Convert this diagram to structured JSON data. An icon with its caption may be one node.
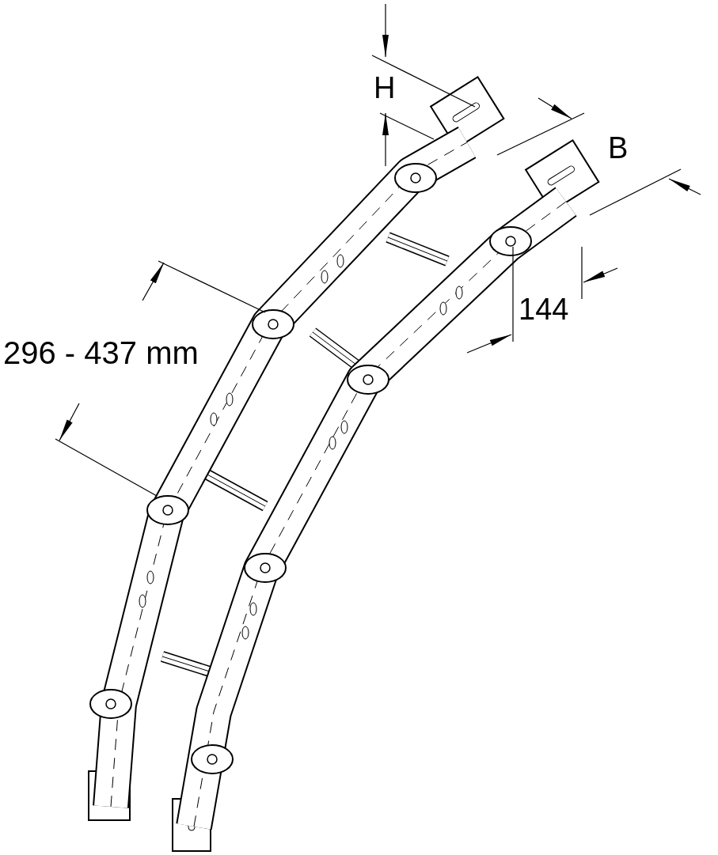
{
  "diagram": {
    "labels": [
      "H",
      "B",
      "144",
      "296 - 437 mm"
    ]
  }
}
